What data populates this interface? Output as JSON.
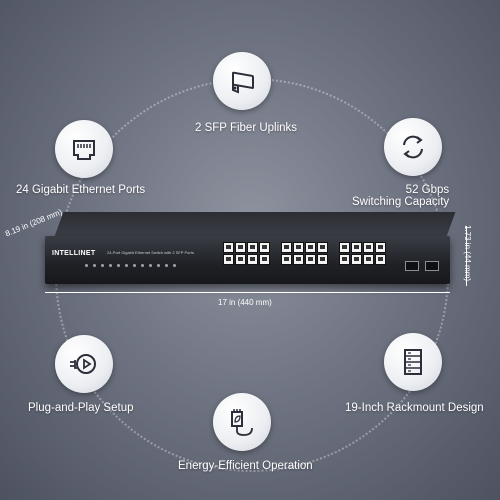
{
  "features": {
    "sfp_uplinks": "2 SFP Fiber Uplinks",
    "gigabit_ports": "24 Gigabit Ethernet Ports",
    "switching_capacity": "52 Gbps\nSwitching Capacity",
    "plug_and_play": "Plug-and-Play Setup",
    "rackmount": "19-Inch Rackmount Design",
    "energy": "Energy-Efficient Operation"
  },
  "product": {
    "brand": "INTELLINET",
    "model_text": "24-Port Gigabit Ethernet Switch with 2 SFP Ports"
  },
  "dimensions": {
    "depth": "8.19 in (208 mm)",
    "width": "17 in (440 mm)",
    "height": "1.73 in (44 mm)"
  },
  "colors": {
    "background": "#6f7482",
    "badge": "#ffffff",
    "icon_stroke": "#2b2f3a"
  },
  "icons": [
    "sfp-module-icon",
    "ethernet-port-icon",
    "sync-arrows-icon",
    "power-plug-play-icon",
    "server-rack-icon",
    "ethernet-leaf-icon"
  ]
}
